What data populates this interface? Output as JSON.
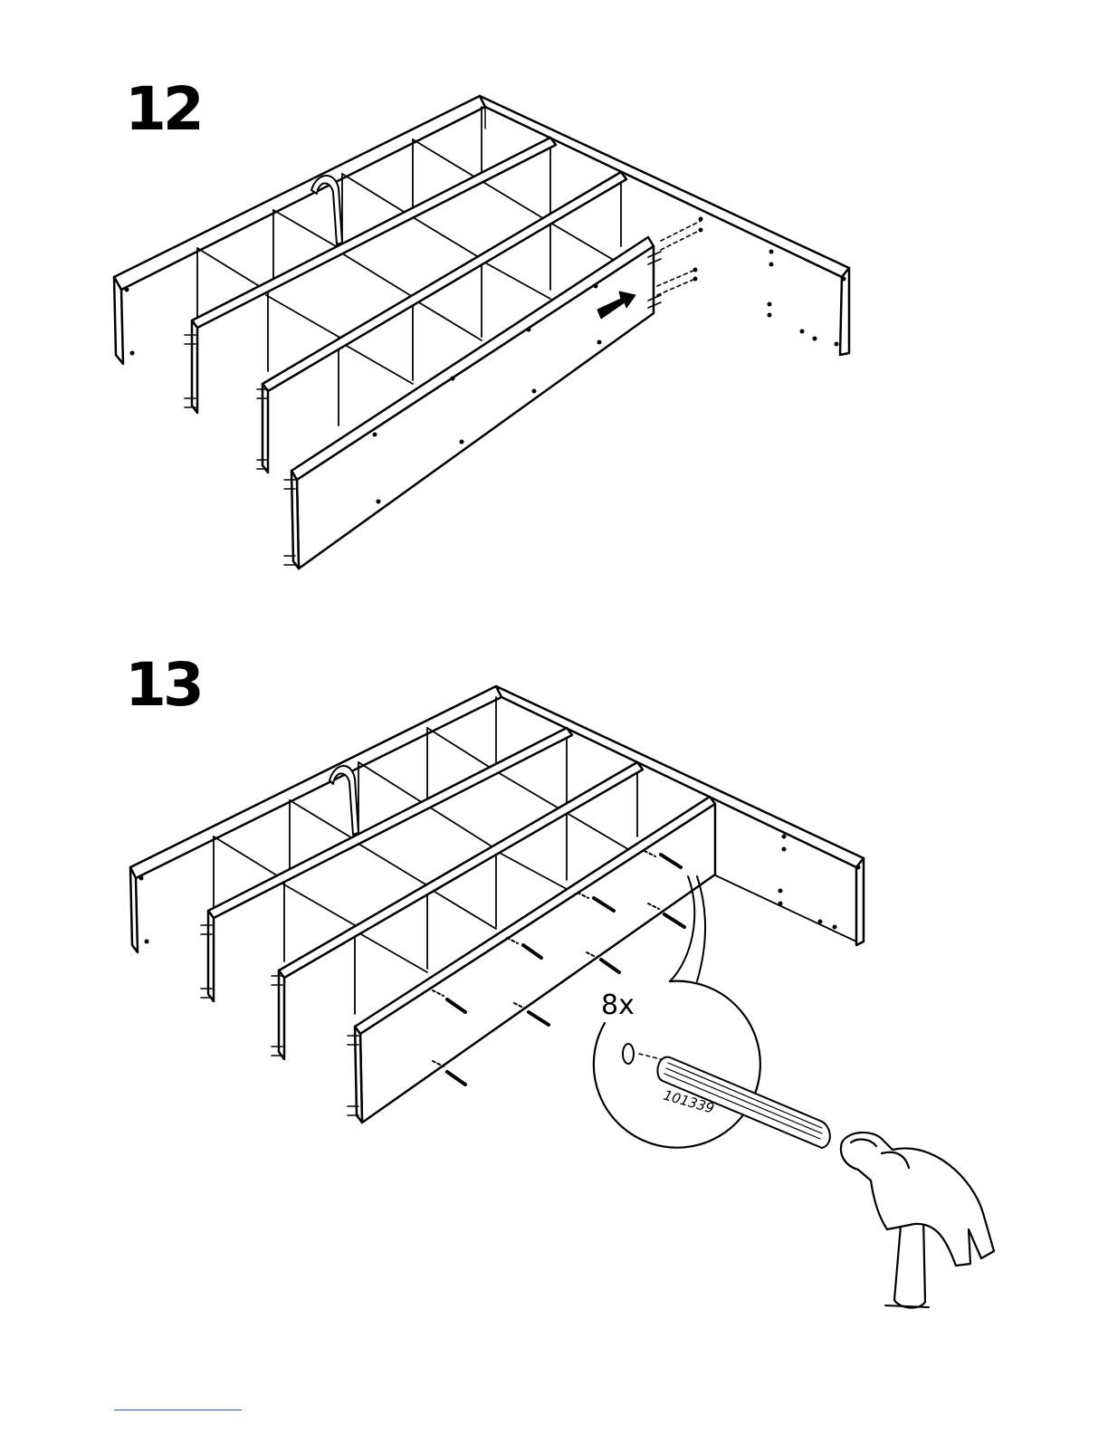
{
  "steps": [
    {
      "number": "12"
    },
    {
      "number": "13",
      "callout": {
        "quantity": "8x",
        "part_number": "101339"
      }
    }
  ],
  "icons": [
    "push-direction-arrow-icon",
    "wooden-dowel-icon",
    "hammer-icon"
  ],
  "colors": {
    "line": "#000000",
    "fill": "#ffffff",
    "footer_rule": "#2a4bd7"
  }
}
